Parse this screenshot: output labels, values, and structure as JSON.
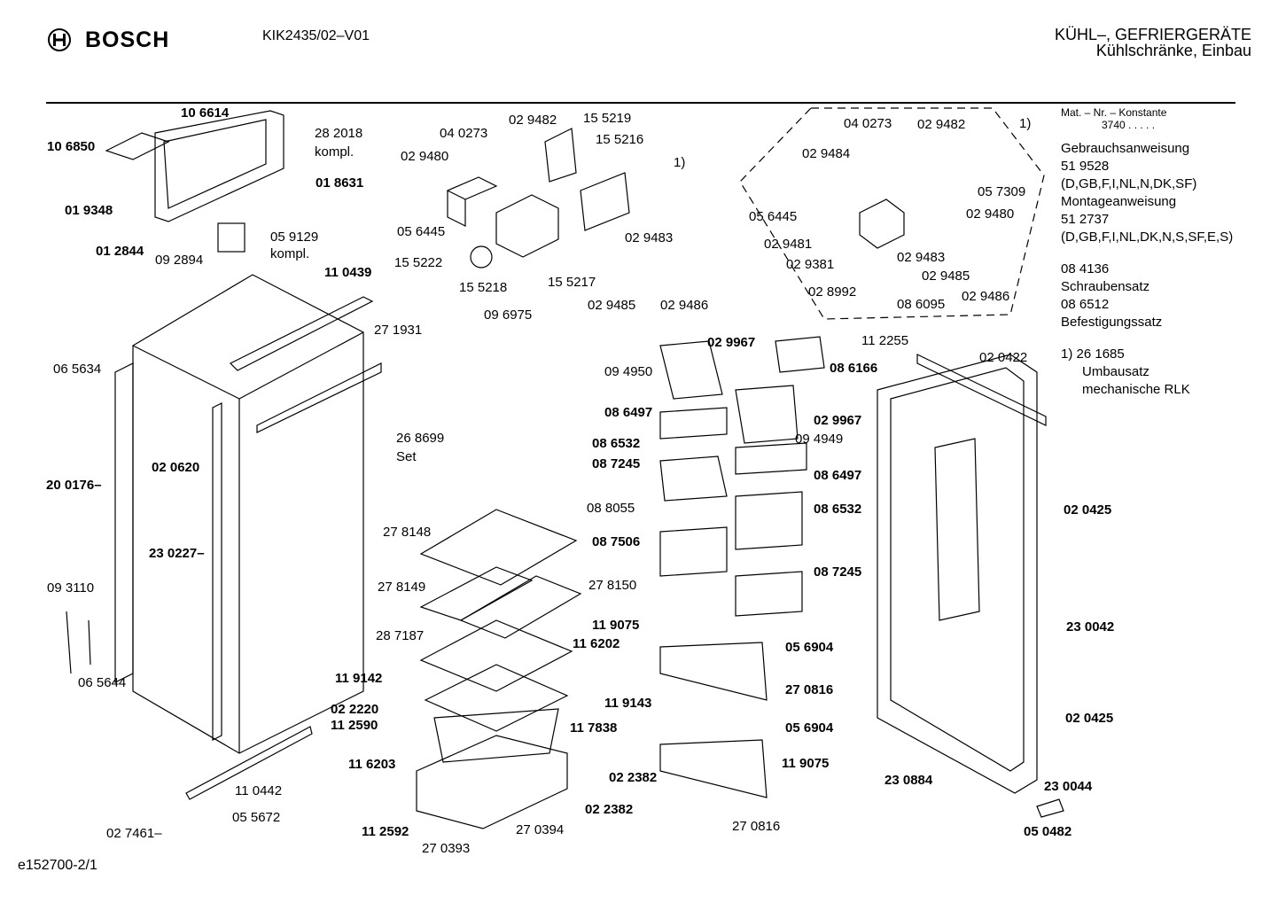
{
  "header": {
    "brand": "BOSCH",
    "model": "KIK2435/02–V01",
    "category_line1": "KÜHL–, GEFRIERGERÄTE",
    "category_line2": "Kühlschränke, Einbau"
  },
  "legend": {
    "mat_title": "Mat. – Nr. – Konstante",
    "mat_value": "3740 .  .  .  .  .",
    "lines": [
      "Gebrauchsanweisung",
      "51 9528",
      "(D,GB,F,I,NL,N,DK,SF)",
      "Montageanweisung",
      "51 2737",
      "(D,GB,F,I,NL,DK,N,S,SF,E,S)"
    ],
    "lines2": [
      "08 4136",
      "Schraubensatz",
      "08 6512",
      "Befestigungssatz"
    ],
    "note": [
      "1)  26 1685",
      "Umbausatz",
      "mechanische RLK"
    ]
  },
  "footer": "e152700-2/1",
  "parts": [
    {
      "text": "10 6614",
      "bold": true
    },
    {
      "text": "10 6850",
      "bold": true
    },
    {
      "text": "28 2018",
      "bold": false
    },
    {
      "text": "kompl.",
      "bold": false
    },
    {
      "text": "01 8631",
      "bold": true
    },
    {
      "text": "01 9348",
      "bold": true
    },
    {
      "text": "01 2844",
      "bold": true
    },
    {
      "text": "05 9129",
      "bold": false
    },
    {
      "text": "kompl.",
      "bold": false
    },
    {
      "text": "09 2894",
      "bold": false
    },
    {
      "text": "11 0439",
      "bold": true
    },
    {
      "text": "27 1931",
      "bold": false
    },
    {
      "text": "06 5634",
      "bold": false
    },
    {
      "text": "02 0620",
      "bold": true
    },
    {
      "text": "20 0176–",
      "bold": true
    },
    {
      "text": "23 0227–",
      "bold": true
    },
    {
      "text": "09 3110",
      "bold": false
    },
    {
      "text": "06 5644",
      "bold": false
    },
    {
      "text": "11 0442",
      "bold": false
    },
    {
      "text": "05 5672",
      "bold": false
    },
    {
      "text": "02 7461–",
      "bold": false
    },
    {
      "text": "02 9482",
      "bold": false
    },
    {
      "text": "15 5219",
      "bold": false
    },
    {
      "text": "04 0273",
      "bold": false
    },
    {
      "text": "15 5216",
      "bold": false
    },
    {
      "text": "02 9480",
      "bold": false
    },
    {
      "text": "1)",
      "bold": false
    },
    {
      "text": "05 6445",
      "bold": false
    },
    {
      "text": "02 9483",
      "bold": false
    },
    {
      "text": "15 5222",
      "bold": false
    },
    {
      "text": "15 5218",
      "bold": false
    },
    {
      "text": "15 5217",
      "bold": false
    },
    {
      "text": "09 6975",
      "bold": false
    },
    {
      "text": "02 9485",
      "bold": false
    },
    {
      "text": "02 9486",
      "bold": false
    },
    {
      "text": "04 0273",
      "bold": false
    },
    {
      "text": "02 9482",
      "bold": false
    },
    {
      "text": "1)",
      "bold": false
    },
    {
      "text": "02 9484",
      "bold": false
    },
    {
      "text": "05 7309",
      "bold": false
    },
    {
      "text": "05 6445",
      "bold": false
    },
    {
      "text": "02 9480",
      "bold": false
    },
    {
      "text": "02 9481",
      "bold": false
    },
    {
      "text": "02 9381",
      "bold": false
    },
    {
      "text": "02 9483",
      "bold": false
    },
    {
      "text": "02 9485",
      "bold": false
    },
    {
      "text": "02 8992",
      "bold": false
    },
    {
      "text": "08 6095",
      "bold": false
    },
    {
      "text": "02 9486",
      "bold": false
    },
    {
      "text": "26 8699",
      "bold": false
    },
    {
      "text": "Set",
      "bold": false
    },
    {
      "text": "02 9967",
      "bold": true
    },
    {
      "text": "09 4950",
      "bold": false
    },
    {
      "text": "08 6166",
      "bold": true
    },
    {
      "text": "08 6497",
      "bold": true
    },
    {
      "text": "02 9967",
      "bold": true
    },
    {
      "text": "09 4949",
      "bold": false
    },
    {
      "text": "08 6532",
      "bold": true
    },
    {
      "text": "08 7245",
      "bold": true
    },
    {
      "text": "08 6497",
      "bold": true
    },
    {
      "text": "08 8055",
      "bold": false
    },
    {
      "text": "08 6532",
      "bold": true
    },
    {
      "text": "08 7506",
      "bold": true
    },
    {
      "text": "08 7245",
      "bold": true
    },
    {
      "text": "27 8148",
      "bold": false
    },
    {
      "text": "27 8149",
      "bold": false
    },
    {
      "text": "27 8150",
      "bold": false
    },
    {
      "text": "28 7187",
      "bold": false
    },
    {
      "text": "11 6202",
      "bold": true
    },
    {
      "text": "11 9075",
      "bold": true
    },
    {
      "text": "05 6904",
      "bold": true
    },
    {
      "text": "11 9142",
      "bold": true
    },
    {
      "text": "27 0816",
      "bold": true
    },
    {
      "text": "11 9143",
      "bold": true
    },
    {
      "text": "02 2220",
      "bold": true
    },
    {
      "text": "11 2590",
      "bold": true
    },
    {
      "text": "11 7838",
      "bold": true
    },
    {
      "text": "05 6904",
      "bold": true
    },
    {
      "text": "11 6203",
      "bold": true
    },
    {
      "text": "02 2382",
      "bold": true
    },
    {
      "text": "11 9075",
      "bold": true
    },
    {
      "text": "02 2382",
      "bold": true
    },
    {
      "text": "11 2592",
      "bold": true
    },
    {
      "text": "27 0394",
      "bold": false
    },
    {
      "text": "27 0393",
      "bold": false
    },
    {
      "text": "27 0816",
      "bold": false
    },
    {
      "text": "11 2255",
      "bold": false
    },
    {
      "text": "02 0422",
      "bold": false
    },
    {
      "text": "02 0425",
      "bold": true
    },
    {
      "text": "23 0042",
      "bold": true
    },
    {
      "text": "02 0425",
      "bold": true
    },
    {
      "text": "23 0884",
      "bold": true
    },
    {
      "text": "23 0044",
      "bold": true
    },
    {
      "text": "05 0482",
      "bold": true
    }
  ]
}
